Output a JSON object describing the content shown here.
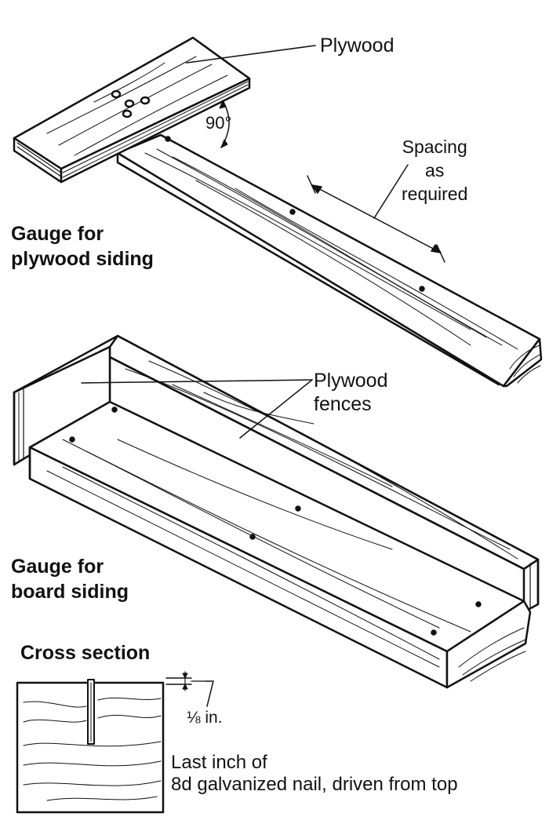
{
  "labels": {
    "plywood": "Plywood",
    "angle": "90°",
    "spacing": [
      "Spacing",
      "as",
      "required"
    ],
    "gauge_plywood": [
      "Gauge for",
      "plywood siding"
    ],
    "plywood_fences": [
      "Plywood",
      "fences"
    ],
    "gauge_board": [
      "Gauge for",
      "board siding"
    ],
    "cross_section": "Cross section",
    "eighth_inch": "⅛ in.",
    "nail_note": [
      "Last inch of",
      "8d galvanized nail, driven from top"
    ]
  },
  "colors": {
    "ink": "#111111",
    "paper": "#ffffff"
  }
}
